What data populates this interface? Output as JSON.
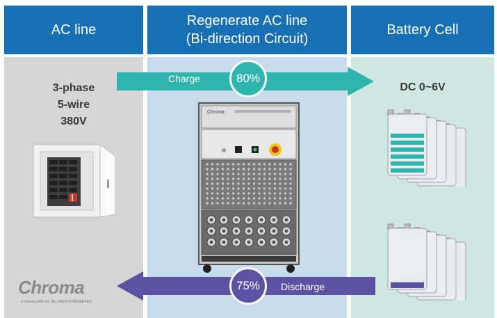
{
  "columns": {
    "ac": {
      "header": "AC line",
      "spec_lines": [
        "3-phase",
        "5-wire",
        "380V"
      ]
    },
    "regen": {
      "header_lines": [
        "Regenerate AC line",
        "(Bi-direction Circuit)"
      ]
    },
    "battery": {
      "header": "Battery Cell",
      "spec": "DC 0~6V"
    }
  },
  "charge_flow": {
    "label": "Charge",
    "efficiency": "80%"
  },
  "discharge_flow": {
    "label": "Discharge",
    "efficiency": "75%"
  },
  "equipment": {
    "panel_brand": "Chroma"
  },
  "battery_levels": {
    "charged_fraction": 0.75,
    "discharged_fraction": 0.1
  },
  "branding": {
    "logo": "Chroma",
    "copyright": "© Chroma ATE Inc. ALL RIGHTS RESERVED"
  },
  "colors": {
    "header_blue": "#1670b3",
    "charge_teal": "#2fb5ae",
    "discharge_purple": "#5d51a3",
    "ac_bg": "#d6d6d6",
    "regen_bg": "#c7dbec",
    "battery_bg": "#cfe6e1"
  }
}
